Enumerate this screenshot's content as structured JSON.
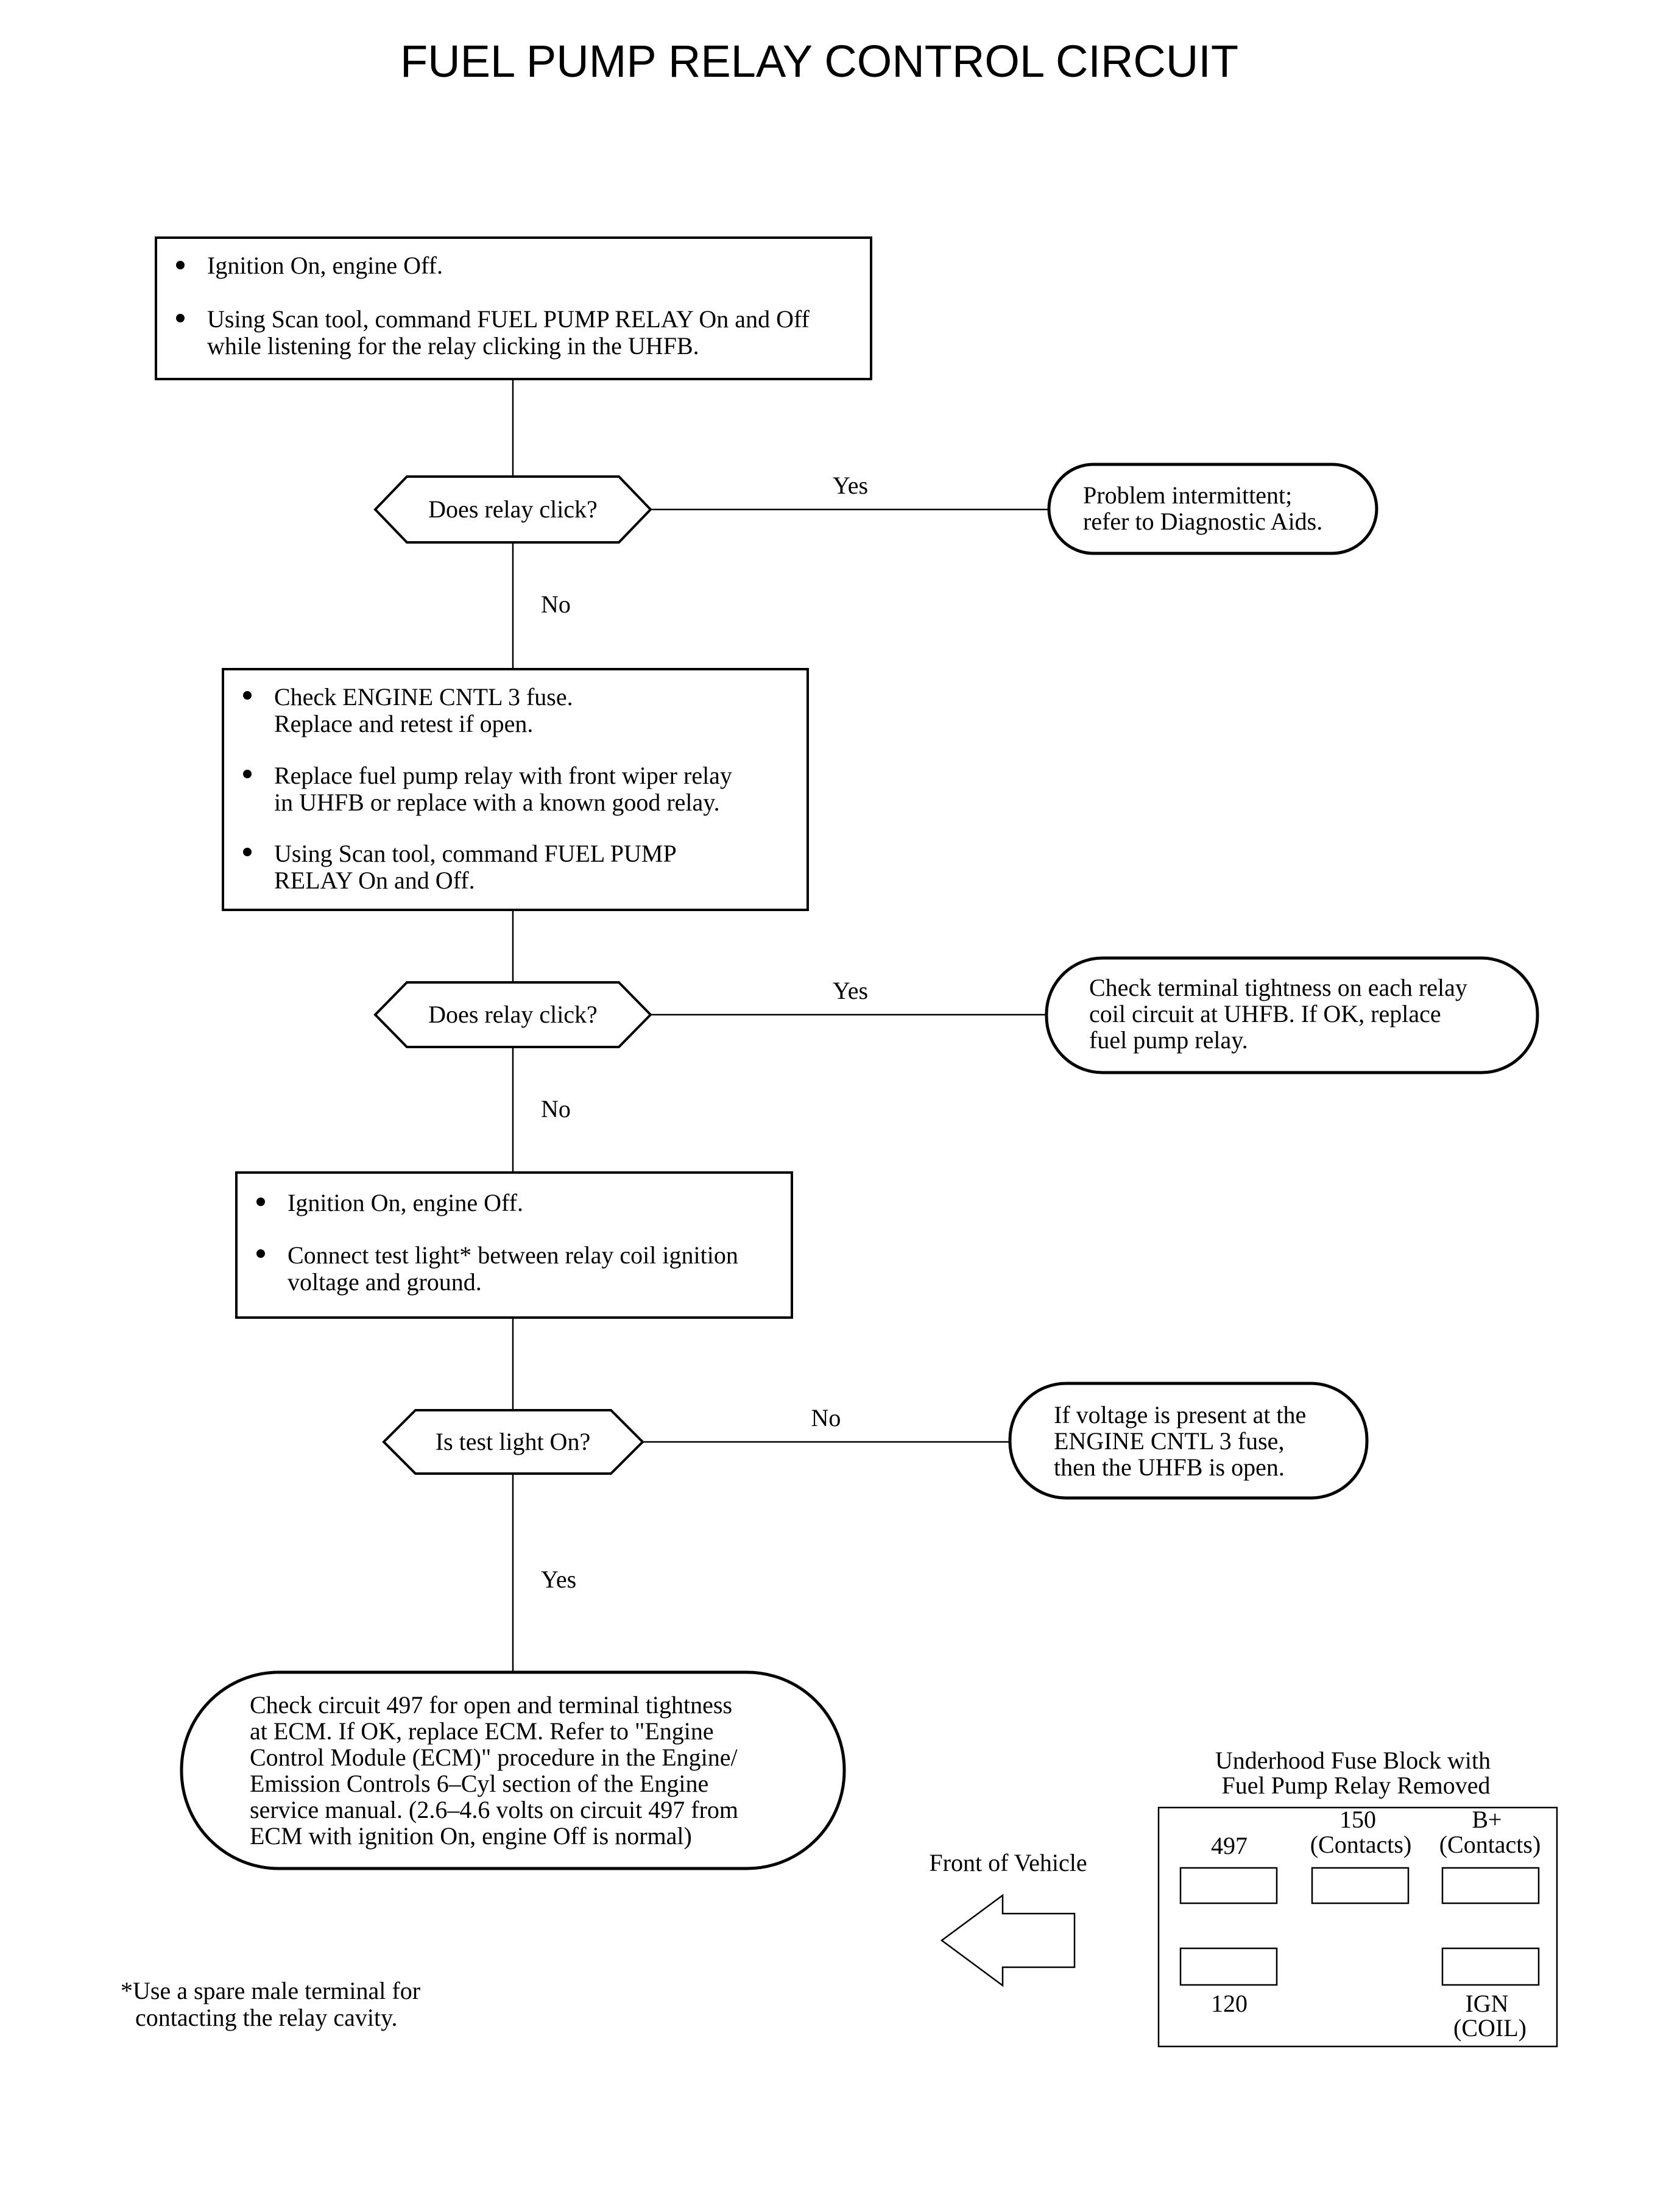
{
  "title": "FUEL PUMP RELAY CONTROL CIRCUIT",
  "step1": {
    "bullets": [
      [
        "Ignition On, engine Off."
      ],
      [
        "Using Scan tool, command FUEL PUMP RELAY On and Off",
        "while listening for the relay clicking in the UHFB."
      ]
    ]
  },
  "decision1": {
    "label": "Does relay click?",
    "yes": "Yes",
    "no": "No"
  },
  "result1": {
    "lines": [
      "Problem intermittent;",
      "refer to Diagnostic Aids."
    ]
  },
  "step2": {
    "bullets": [
      [
        "Check ENGINE CNTL 3 fuse.",
        "Replace and retest if open."
      ],
      [
        "Replace fuel pump relay with front wiper relay",
        "in UHFB or replace with a known good relay."
      ],
      [
        "Using Scan tool, command FUEL PUMP",
        "RELAY On and Off."
      ]
    ]
  },
  "decision2": {
    "label": "Does relay click?",
    "yes": "Yes",
    "no": "No"
  },
  "result2": {
    "lines": [
      "Check terminal tightness on each relay",
      "coil circuit at UHFB. If OK, replace",
      "fuel pump relay."
    ]
  },
  "step3": {
    "bullets": [
      [
        "Ignition On, engine Off."
      ],
      [
        "Connect test light* between relay coil ignition",
        "voltage and ground."
      ]
    ]
  },
  "decision3": {
    "label": "Is test light On?",
    "no": "No",
    "yes": "Yes"
  },
  "result3": {
    "lines": [
      "If voltage is present at the",
      "ENGINE CNTL 3 fuse,",
      "then the UHFB is open."
    ]
  },
  "final": {
    "lines": [
      "Check circuit 497 for open and terminal tightness",
      "at ECM. If OK, replace ECM. Refer to \"Engine",
      "Control Module (ECM)\" procedure in the Engine/",
      "Emission Controls 6–Cyl section of the Engine",
      "service manual. (2.6–4.6 volts on circuit 497 from",
      "ECM with ignition On, engine Off is normal)"
    ]
  },
  "footnote": {
    "lines": [
      "*Use a spare male terminal for",
      "contacting the relay cavity."
    ]
  },
  "front_of_vehicle": "Front of Vehicle",
  "fuse_block": {
    "title_lines": [
      "Underhood Fuse Block with",
      "Fuel Pump Relay Removed"
    ],
    "terminal_497": "497",
    "terminal_150": [
      "150",
      "(Contacts)"
    ],
    "terminal_bplus": [
      "B+",
      "(Contacts)"
    ],
    "terminal_120": "120",
    "terminal_ign": [
      "IGN",
      "(COIL)"
    ]
  }
}
